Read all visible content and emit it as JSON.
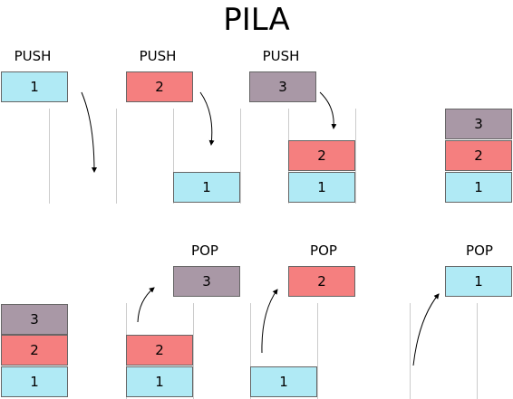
{
  "title": "PILA",
  "labels": {
    "push": "PUSH",
    "pop": "POP"
  },
  "values": {
    "one": "1",
    "two": "2",
    "three": "3"
  },
  "colors": {
    "item1": "#b0eaf5",
    "item2": "#f57f7f",
    "item3": "#a998a6"
  }
}
